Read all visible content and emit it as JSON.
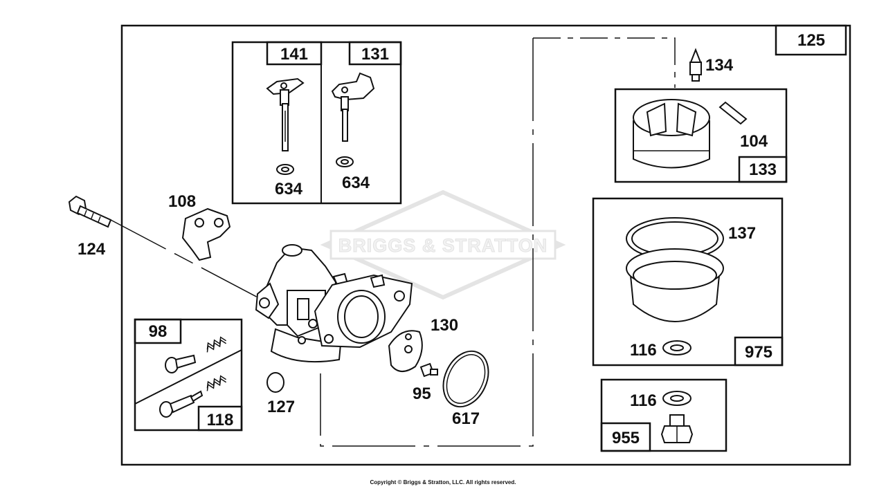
{
  "diagram": {
    "watermark": "BRIGGS & STRATTON",
    "copyright": "Copyright © Briggs & Stratton, LLC. All rights reserved.",
    "labels": {
      "p125": "125",
      "p141": "141",
      "p131": "131",
      "p634a": "634",
      "p634b": "634",
      "p134": "134",
      "p104": "104",
      "p133": "133",
      "p137": "137",
      "p116a": "116",
      "p975": "975",
      "p116b": "116",
      "p955": "955",
      "p108": "108",
      "p124": "124",
      "p130": "130",
      "p95": "95",
      "p617": "617",
      "p127": "127",
      "p98": "98",
      "p118": "118"
    }
  }
}
